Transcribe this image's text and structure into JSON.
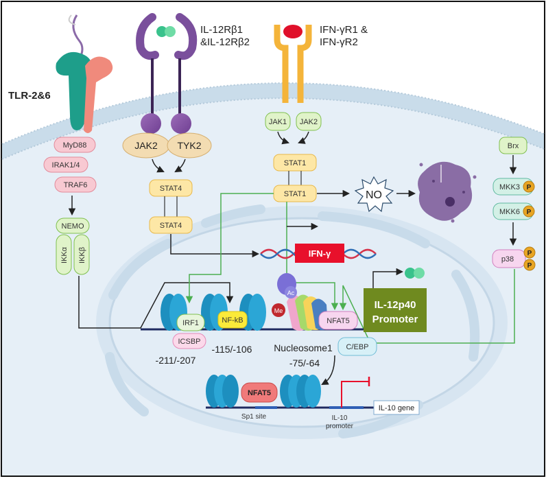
{
  "receptors": {
    "tlr": "TLR-2&6",
    "il12r_line1": "IL-12Rβ1",
    "il12r_line2": "&IL-12Rβ2",
    "ifngr_line1": "IFN-γR1 &",
    "ifngr_line2": "IFN-γR2"
  },
  "tlr_pathway": {
    "myd88": "MyD88",
    "irak": "IRAK1/4",
    "traf6": "TRAF6",
    "nemo": "NEMO",
    "ikka": "IKKα",
    "ikkb": "IKKβ"
  },
  "il12_pathway": {
    "jak2": "JAK2",
    "tyk2": "TYK2",
    "stat4_top": "STAT4",
    "stat4_bottom": "STAT4"
  },
  "ifng_pathway": {
    "jak1": "JAK1",
    "jak2": "JAK2",
    "stat1_top": "STAT1",
    "stat1_bottom": "STAT1",
    "no": "NO"
  },
  "mapk_pathway": {
    "brx": "Brx",
    "mkk3": "MKK3",
    "mkk6": "MKK6",
    "p38": "p38",
    "phospho": "P"
  },
  "nucleus": {
    "ifng_gene": "IFN-γ",
    "irf1": "IRF1",
    "nfkb": "NF-kB",
    "icsbp": "ICSBP",
    "ac": "Ac",
    "me": "Me",
    "nfat5": "NFAT5",
    "cebp": "C/EBP",
    "promoter_line1": "IL-12p40",
    "promoter_line2": "Promoter",
    "site_211": "-211/-207",
    "site_115": "-115/-106",
    "nucleosome1": "Nucleosome1",
    "site_75": "-75/-64",
    "nfat5_lower": "NFAT5",
    "sp1_site": "Sp1 site",
    "il10_promoter_line1": "IL-10",
    "il10_promoter_line2": "promoter",
    "il10_gene": "IL-10 gene"
  },
  "colors": {
    "membrane": "#c9dcea",
    "cytoplasm": "#e6eff7",
    "nucleus": "#d4e3ef",
    "stat_fill": "#fde7a6",
    "stat_stroke": "#e8b84a",
    "green_arrow": "#4caf50",
    "ifng_red": "#e8102b",
    "promoter_green": "#6f8a1f",
    "nucleosome": "#1d8fbf"
  }
}
